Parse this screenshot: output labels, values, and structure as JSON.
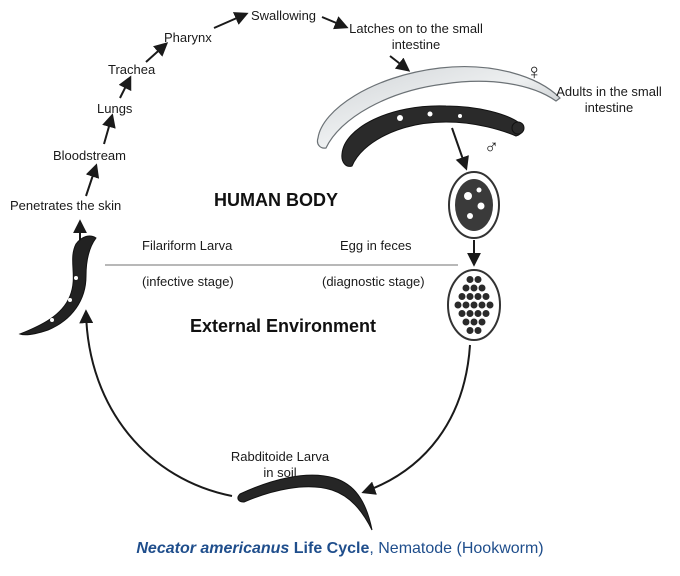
{
  "labels": {
    "penetrates": "Penetrates the skin",
    "bloodstream": "Bloodstream",
    "lungs": "Lungs",
    "trachea": "Trachea",
    "pharynx": "Pharynx",
    "swallowing": "Swallowing",
    "latches_line1": "Latches on to the small",
    "latches_line2": "intestine",
    "adults_line1": "Adults in the small",
    "adults_line2": "intestine",
    "filariform": "Filariform Larva",
    "infective": "(infective stage)",
    "egg_feces": "Egg in feces",
    "diagnostic": "(diagnostic stage)",
    "rabditoide_line1": "Rabditoide Larva",
    "rabditoide_line2": "in soil"
  },
  "headings": {
    "human_body": "HUMAN BODY",
    "external": "External Environment"
  },
  "symbols": {
    "female": "♀",
    "male": "♂"
  },
  "caption": {
    "species": "Necator americanus",
    "life_cycle": " Life Cycle",
    "rest": ", Nematode (Hookworm)"
  },
  "colors": {
    "caption": "#1f4e8c",
    "arrow": "#1a1a1a",
    "divider": "#b8b8b8"
  }
}
